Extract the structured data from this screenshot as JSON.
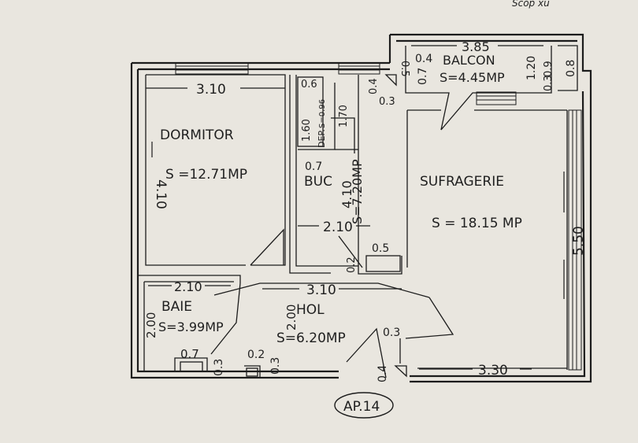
{
  "header": {
    "corner_text": "Scop xu"
  },
  "rooms": {
    "dormitor": {
      "name": "DORMITOR",
      "area": "S =12.71MP"
    },
    "buc": {
      "name": "BUC",
      "area": "S=7.20MP"
    },
    "sufragerie": {
      "name": "SUFRAGERIE",
      "area": "S = 18.15 MP"
    },
    "balcon": {
      "name": "BALCON",
      "area": "S=4.45MP"
    },
    "baie": {
      "name": "BAIE",
      "area": "S=3.99MP"
    },
    "hol": {
      "name": "HOL",
      "area": "S=6.20MP"
    },
    "depozit": {
      "name": "DEP.",
      "area": "S=0.96"
    }
  },
  "dimensions": {
    "dormitor_width": "3.10",
    "dormitor_height": "4.10",
    "buc_width": "2.10",
    "buc_height": "4.10",
    "buc_small": "0.7",
    "dep_width": "0.6",
    "dep_height": "1.60",
    "dep_side": "1.70",
    "sufragerie_width": "3.30",
    "sufragerie_height": "5.50",
    "balcon_width": "3.85",
    "balcon_left": "0.5",
    "balcon_a": "0.4",
    "balcon_b": "0.7",
    "balcon_c": "1.20",
    "balcon_d": "0.9",
    "balcon_e": "0.8",
    "balcon_f": "0.3",
    "top_a": "0.4",
    "top_b": "0.3",
    "baie_width": "2.10",
    "baie_height": "2.00",
    "baie_small": "0.7",
    "baie_side": "0.3",
    "hol_width": "3.10",
    "hol_height": "2.00",
    "hol_a": "0.2",
    "hol_b": "0.3",
    "hol_c": "0.2",
    "hol_d": "0.5",
    "hol_e": "0.3",
    "hol_f": "0.4"
  },
  "apartment_label": "AP.14"
}
